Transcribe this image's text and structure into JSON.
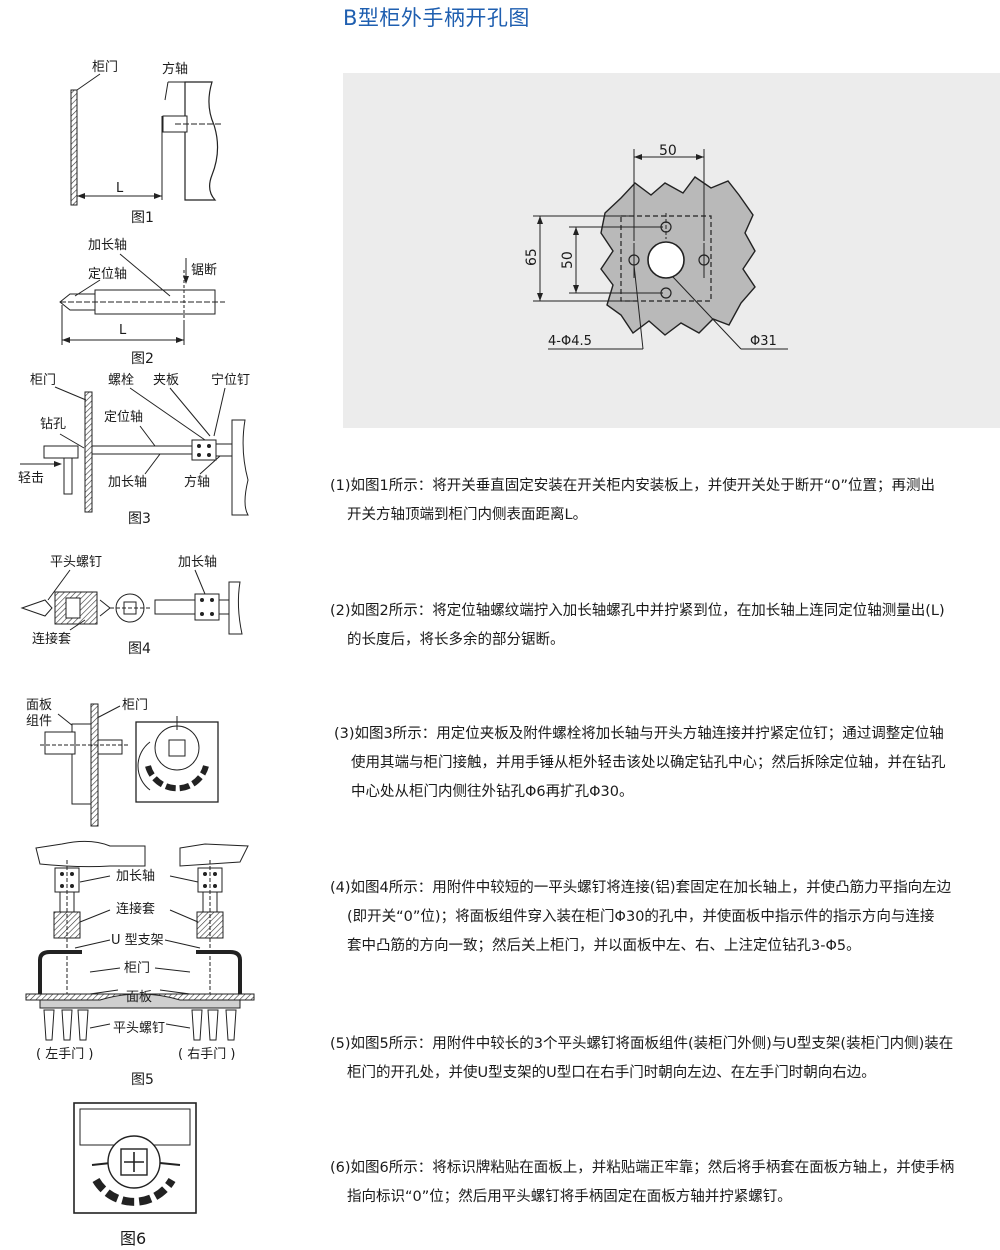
{
  "title": "B型柜外手柄开孔图",
  "hole_drawing": {
    "dim_top": "50",
    "dim_outer": "65",
    "dim_inner": "50",
    "holes_label": "4-Φ4.5",
    "center_label": "Φ31"
  },
  "fig1": {
    "door": "柜门",
    "shaft": "方轴",
    "dim": "L",
    "caption": "图1"
  },
  "fig2": {
    "ext": "加长轴",
    "pos": "定位轴",
    "saw": "锯断",
    "dim": "L",
    "caption": "图2"
  },
  "fig3": {
    "door": "柜门",
    "bolt": "螺栓",
    "clamp": "夹板",
    "pin": "宁位钉",
    "drill": "钻孔",
    "pos": "定位轴",
    "knock": "轻击",
    "ext": "加长轴",
    "shaft": "方轴",
    "caption": "图3"
  },
  "fig4": {
    "screw": "平头螺钉",
    "ext": "加长轴",
    "sleeve": "连接套",
    "caption": "图4"
  },
  "fig5a": {
    "panel": "面板\n组件",
    "panel_l1": "面板",
    "panel_l2": "组件",
    "door": "柜门"
  },
  "fig5b": {
    "ext": "加长轴",
    "sleeve": "连接套",
    "ubr": "U 型支架",
    "door": "柜门",
    "panel": "面板",
    "screw": "平头螺钉",
    "left": "( 左手门 )",
    "right": "( 右手门 )",
    "caption": "图5"
  },
  "fig6": {
    "caption": "图6"
  },
  "steps": [
    {
      "line1": "(1)如图1所示：将开关垂直固定安装在开关柜内安装板上，并使开关处于断开“0”位置；再测出",
      "line2": "开关方轴顶端到柜门内侧表面距离L。",
      "line3": ""
    },
    {
      "line1": "(2)如图2所示：将定位轴螺纹端拧入加长轴螺孔中并拧紧到位，在加长轴上连同定位轴测量出(L)",
      "line2": "的长度后，将长多余的部分锯断。",
      "line3": ""
    },
    {
      "line1": "(3)如图3所示：用定位夹板及附件螺栓将加长轴与开头方轴连接并拧紧定位钉；通过调整定位轴",
      "line2": "使用其端与柜门接触，并用手锤从柜外轻击该处以确定钻孔中心；然后拆除定位轴，并在钻孔",
      "line3": "中心处从柜门内侧往外钻孔Φ6再扩孔Φ30。"
    },
    {
      "line1": "(4)如图4所示：用附件中较短的一平头螺钉将连接(铝)套固定在加长轴上，并使凸筋力平指向左边",
      "line2": "(即开关“0”位)；将面板组件穿入装在柜门Φ30的孔中，并使面板中指示件的指示方向与连接",
      "line3": "套中凸筋的方向一致；然后关上柜门，并以面板中左、右、上注定位钻孔3-Φ5。"
    },
    {
      "line1": "(5)如图5所示：用附件中较长的3个平头螺钉将面板组件(装柜门外侧)与U型支架(装柜门内侧)装在",
      "line2": "柜门的开孔处，并使U型支架的U型口在右手门时朝向左边、在左手门时朝向右边。",
      "line3": ""
    },
    {
      "line1": "(6)如图6所示：将标识牌粘贴在面板上，并粘贴端正牢靠；然后将手柄套在面板方轴上，并使手柄",
      "line2": "指向标识“0”位；然后用平头螺钉将手柄固定在面板方轴并拧紧螺钉。",
      "line3": ""
    }
  ]
}
